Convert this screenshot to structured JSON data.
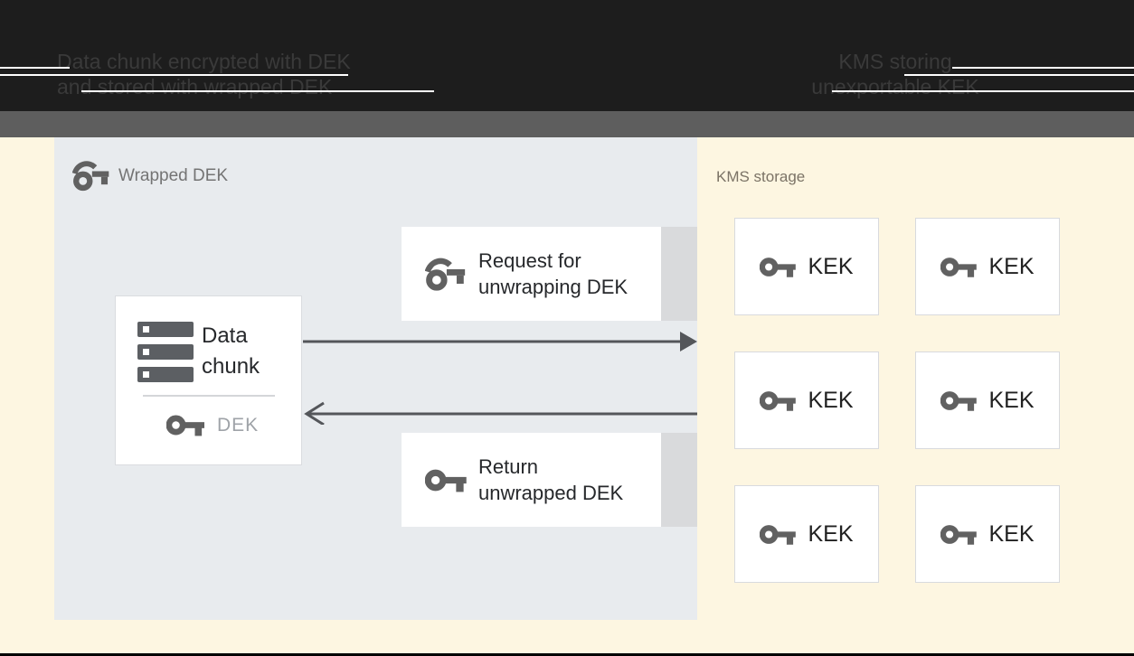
{
  "header": {
    "left_caption_line1": "Data chunk encrypted with DEK",
    "left_caption_line2": "and stored with wrapped DEK",
    "right_caption_line1": "KMS storing",
    "right_caption_line2": "unexportable KEK"
  },
  "panel": {
    "label": "Wrapped DEK"
  },
  "data_chunk": {
    "line1": "Data",
    "line2": "chunk",
    "dek_label": "DEK"
  },
  "request_box": {
    "line1": "Request for",
    "line2": "unwrapping DEK"
  },
  "return_box": {
    "line1": "Return",
    "line2": "unwrapped DEK"
  },
  "kms": {
    "label": "KMS storage",
    "kek_label": "KEK",
    "kek_count": 6
  },
  "colors": {
    "page_background": "#fdf6e1",
    "header_black": "#1d1d1d",
    "header_gray_bar": "#5e5e5e",
    "panel_background": "#e8ebee",
    "box_white": "#ffffff",
    "box_border": "#dadce0",
    "shadow_strip": "#d9dadc",
    "icon_gray": "#616161",
    "text_dark": "#26282b",
    "text_muted": "#9fa3a8",
    "arrow": "#54565a"
  }
}
